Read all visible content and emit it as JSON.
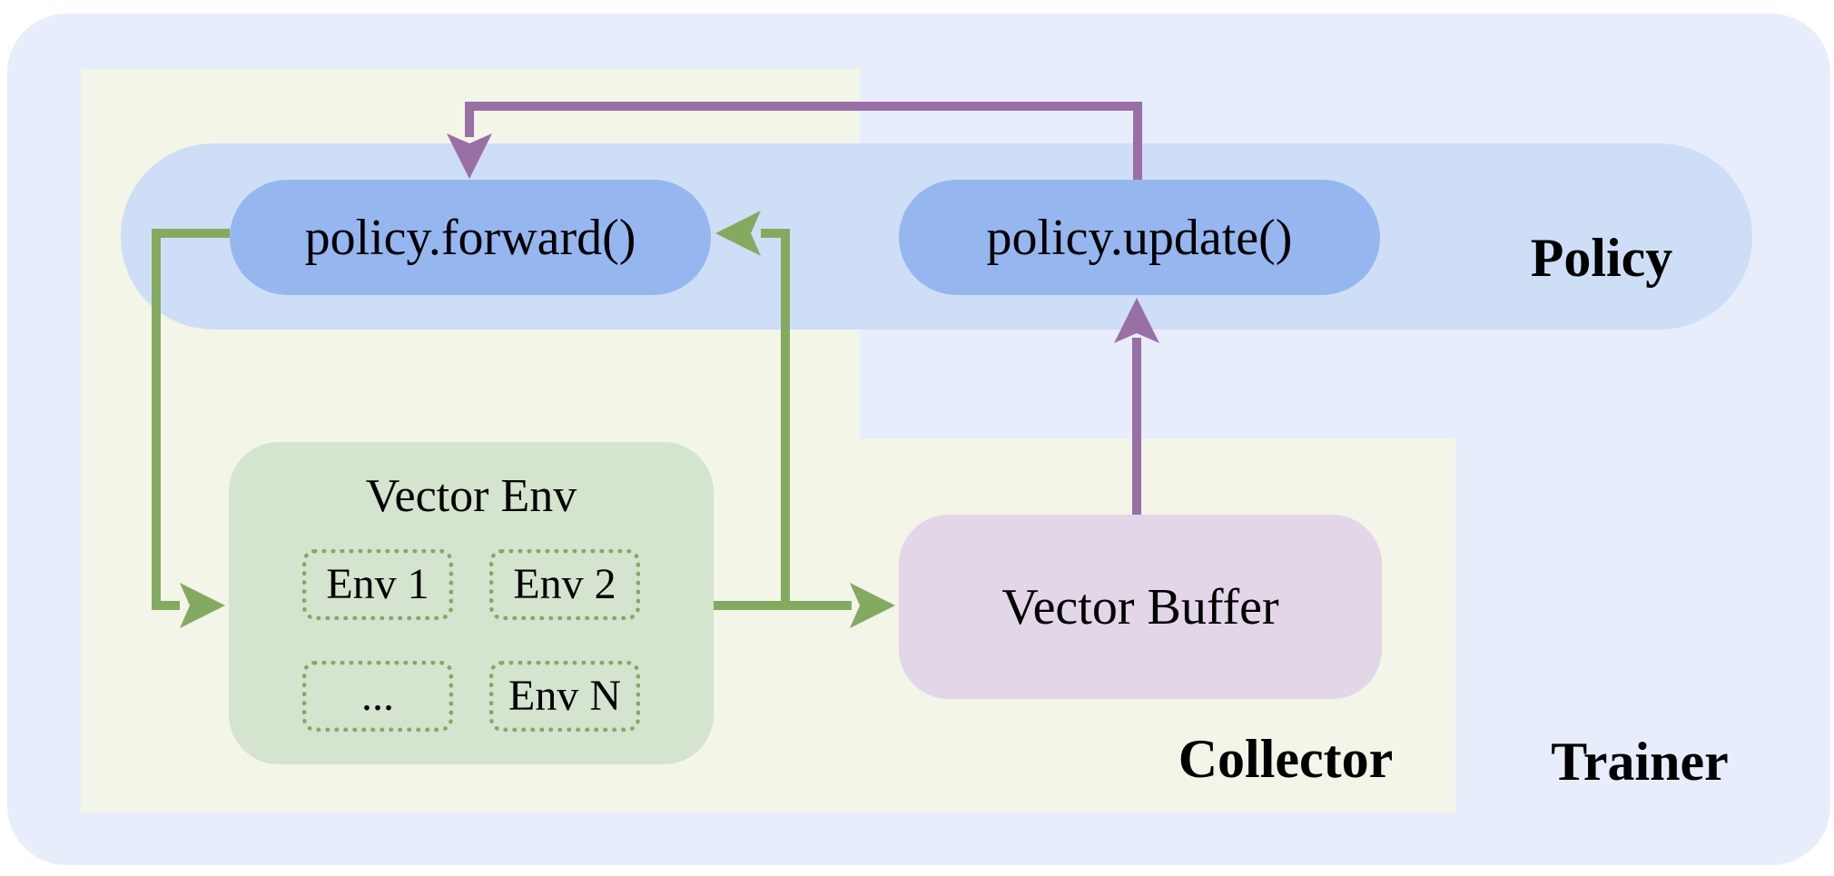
{
  "palette": {
    "background": "#ffffff",
    "trainer_fill": "#e7edfb",
    "collector_fill": "#f2f5e7",
    "policy_band_fill": "#cfdef7",
    "pill_fill": "#96b6f0",
    "vector_env_fill": "#d4e4ce",
    "env_cell_border": "#82ab65",
    "vector_buffer_fill": "#e2d6e8",
    "green_arrow": "#84aa61",
    "purple_arrow": "#9a6fa5",
    "text": "#000000"
  },
  "regions": {
    "trainer": {
      "label": "Trainer"
    },
    "collector": {
      "label": "Collector"
    },
    "policy": {
      "label": "Policy"
    }
  },
  "nodes": {
    "policy_forward": {
      "label": "policy.forward()"
    },
    "policy_update": {
      "label": "policy.update()"
    },
    "vector_env": {
      "title": "Vector Env",
      "cells": [
        {
          "label": "Env 1"
        },
        {
          "label": "Env 2"
        },
        {
          "label": "..."
        },
        {
          "label": "Env N"
        }
      ]
    },
    "vector_buffer": {
      "label": "Vector Buffer"
    }
  },
  "arrows": [
    {
      "name": "forward-to-env-arrow",
      "from": "policy.forward()",
      "to": "Vector Env",
      "color": "#84aa61"
    },
    {
      "name": "env-to-buffer-arrow",
      "from": "Vector Env",
      "to": "Vector Buffer",
      "color": "#84aa61"
    },
    {
      "name": "env-to-forward-arrow",
      "from": "Vector Env",
      "to": "policy.forward()",
      "color": "#84aa61"
    },
    {
      "name": "buffer-to-update-arrow",
      "from": "Vector Buffer",
      "to": "policy.update()",
      "color": "#9a6fa5"
    },
    {
      "name": "update-to-forward-arrow",
      "from": "policy.update()",
      "to": "policy.forward()",
      "color": "#9a6fa5"
    }
  ]
}
